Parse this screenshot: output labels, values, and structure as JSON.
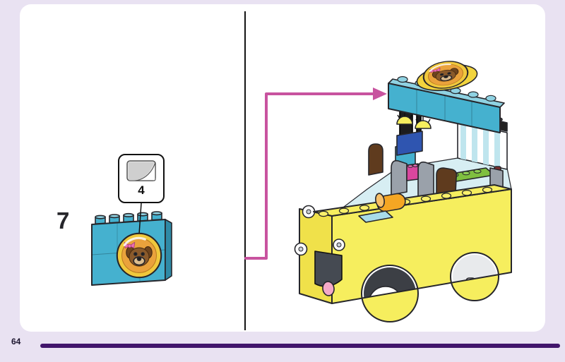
{
  "page": {
    "step_number": "7",
    "page_number": "64"
  },
  "sticker_callout": {
    "number": "4"
  },
  "colors": {
    "background": "#e9e2f2",
    "panel": "#ffffff",
    "divider": "#141414",
    "arrow": "#c8539f",
    "footer_bar": "#41156b",
    "text": "#1d1630",
    "brick_teal": "#45b1cf",
    "brick_teal_dark": "#2f8aa6",
    "brick_teal_light": "#8fd2e2",
    "brick_yellow": "#f6ee5e",
    "brick_yellow_deep": "#f0e14a",
    "brick_yellow_light": "#f9f06b",
    "brick_orange": "#f5a623",
    "brick_green": "#7fbf3f",
    "brick_magenta": "#d9479e",
    "brick_brown": "#5f3b1e",
    "brick_blue": "#2f55b0",
    "brick_gray": "#9aa1aa",
    "brick_dark": "#26262b",
    "stripe_teal": "#bfe5ee",
    "interior": "#d7eef3",
    "sticker_ring": "#f0c83c",
    "sticker_bg": "#eaa23c",
    "dog_brown": "#8a5a2b",
    "dog_ear": "#6e441e",
    "dog_muzzle": "#dcbd8e",
    "bow_pink": "#ec6fb4"
  }
}
